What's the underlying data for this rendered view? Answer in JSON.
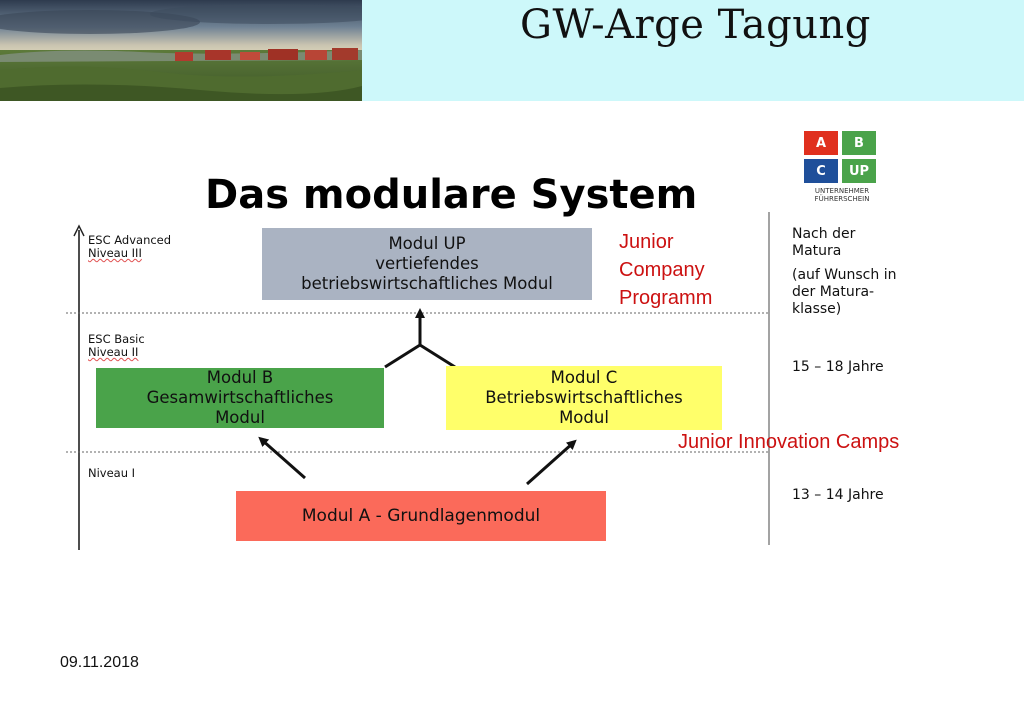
{
  "header": {
    "title": "GW-Arge Tagung"
  },
  "diagram": {
    "title": "Das modulare System",
    "levels": [
      {
        "name": "ESC Advanced",
        "sub": "Niveau III"
      },
      {
        "name": "ESC Basic",
        "sub": "Niveau II"
      },
      {
        "name": "",
        "sub": "Niveau I"
      }
    ],
    "modules": {
      "up": {
        "line1": "Modul UP",
        "line2": "vertiefendes",
        "line3": "betriebswirtschaftliches Modul"
      },
      "b": {
        "line1": "Modul B",
        "line2": "Gesamwirtschaftliches",
        "line3": "Modul"
      },
      "c": {
        "line1": "Modul C",
        "line2": "Betriebswirtschaftliches",
        "line3": "Modul"
      },
      "a": {
        "line1": "Modul A - Grundlagenmodul"
      }
    },
    "notes": {
      "junior_company": {
        "line1": "Junior",
        "line2": "Company",
        "line3": "Programm"
      },
      "junior_innovation": "Junior Innovation Camps"
    },
    "ages": {
      "top": {
        "line1": "Nach der",
        "line2": "Matura",
        "line3": "(auf Wunsch in",
        "line4": "der Matura-",
        "line5": "klasse)"
      },
      "middle": "15 – 18 Jahre",
      "bottom": "13 – 14 Jahre"
    }
  },
  "logo": {
    "cells": [
      "A",
      "B",
      "C",
      "UP"
    ],
    "colors": [
      "#e0301e",
      "#4aa34a",
      "#1f4f9a",
      "#4aa34a"
    ],
    "caption_line1": "UNTERNEHMER",
    "caption_line2": "FÜHRERSCHEIN"
  },
  "footer": {
    "date": "09.11.2018"
  }
}
